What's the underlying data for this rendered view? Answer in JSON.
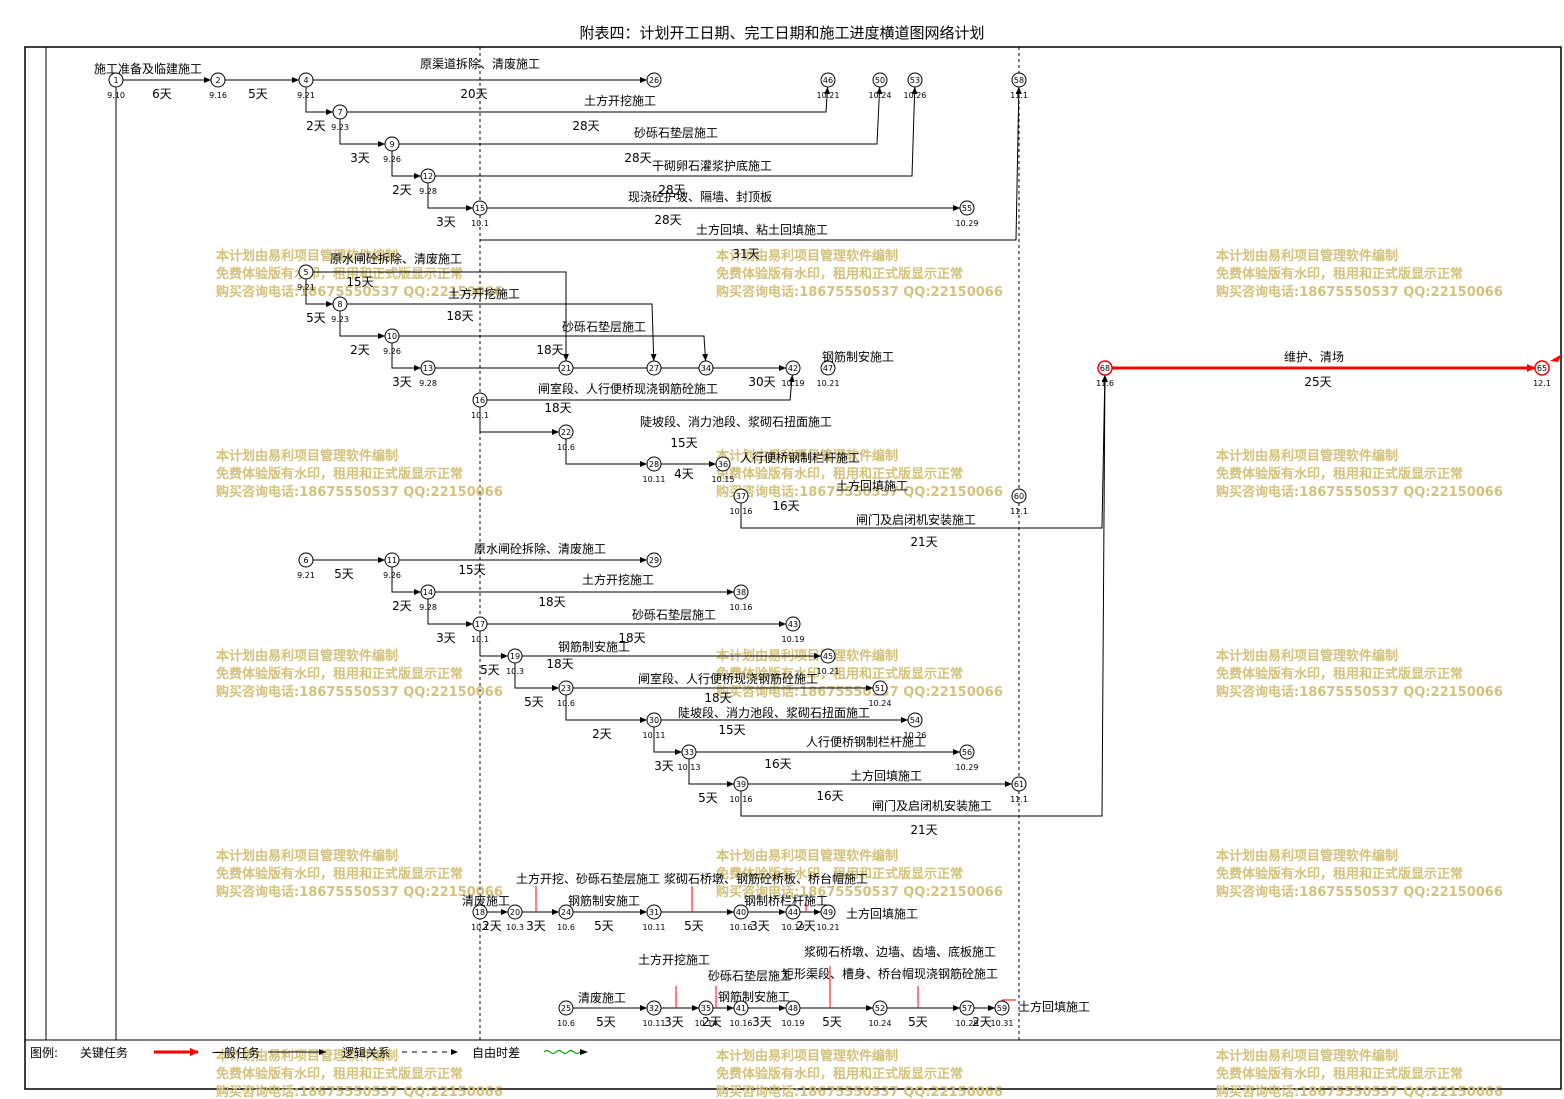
{
  "title": "附表四：计划开工日期、完工日期和施工进度横道图网络计划",
  "legend": {
    "label": "图例:",
    "critical": "关键任务",
    "general": "一般任务",
    "logic": "逻辑关系",
    "float": "自由时差"
  },
  "watermark": {
    "line1": "本计划由易利项目管理软件编制",
    "line2": "免费体验版有水印，租用和正式版显示正常",
    "line3": "购买咨询电话:18675550537 QQ:22150066"
  },
  "colors": {
    "critical": "#ff0000",
    "general": "#000000",
    "float": "#00aa00",
    "watermark": "#d4c27a"
  },
  "nodes": [
    {
      "id": "1",
      "date": "9.10"
    },
    {
      "id": "2",
      "date": "9.16"
    },
    {
      "id": "4",
      "date": "9.21"
    },
    {
      "id": "7",
      "date": "9.23"
    },
    {
      "id": "9",
      "date": "9.26"
    },
    {
      "id": "12",
      "date": "9.28"
    },
    {
      "id": "15",
      "date": "10.1"
    },
    {
      "id": "26",
      "date": ""
    },
    {
      "id": "46",
      "date": "10.21"
    },
    {
      "id": "50",
      "date": "10.24"
    },
    {
      "id": "53",
      "date": "10.26"
    },
    {
      "id": "58",
      "date": "11.1"
    },
    {
      "id": "55",
      "date": "10.29"
    },
    {
      "id": "5",
      "date": "9.21"
    },
    {
      "id": "8",
      "date": "9.23"
    },
    {
      "id": "10",
      "date": "9.26"
    },
    {
      "id": "13",
      "date": "9.28"
    },
    {
      "id": "16",
      "date": "10.1"
    },
    {
      "id": "21",
      "date": ""
    },
    {
      "id": "27",
      "date": ""
    },
    {
      "id": "34",
      "date": ""
    },
    {
      "id": "42",
      "date": "10.19"
    },
    {
      "id": "47",
      "date": "10.21"
    },
    {
      "id": "68",
      "date": "11.6"
    },
    {
      "id": "65",
      "date": "12.1"
    },
    {
      "id": "22",
      "date": "10.6"
    },
    {
      "id": "28",
      "date": "10.11"
    },
    {
      "id": "36",
      "date": "10.15"
    },
    {
      "id": "37",
      "date": "10.16"
    },
    {
      "id": "60",
      "date": "11.1"
    },
    {
      "id": "6",
      "date": "9.21"
    },
    {
      "id": "11",
      "date": "9.26"
    },
    {
      "id": "14",
      "date": "9.28"
    },
    {
      "id": "17",
      "date": "10.1"
    },
    {
      "id": "29",
      "date": ""
    },
    {
      "id": "38",
      "date": "10.16"
    },
    {
      "id": "43",
      "date": "10.19"
    },
    {
      "id": "19",
      "date": "10.3"
    },
    {
      "id": "45",
      "date": "10.21"
    },
    {
      "id": "23",
      "date": "10.6"
    },
    {
      "id": "51",
      "date": "10.24"
    },
    {
      "id": "30",
      "date": "10.11"
    },
    {
      "id": "54",
      "date": "10.26"
    },
    {
      "id": "33",
      "date": "10.13"
    },
    {
      "id": "56",
      "date": "10.29"
    },
    {
      "id": "39",
      "date": "10.16"
    },
    {
      "id": "61",
      "date": "11.1"
    },
    {
      "id": "18",
      "date": "10.1"
    },
    {
      "id": "20",
      "date": "10.3"
    },
    {
      "id": "24",
      "date": "10.6"
    },
    {
      "id": "31",
      "date": "10.11"
    },
    {
      "id": "40",
      "date": "10.16"
    },
    {
      "id": "44",
      "date": "10.19"
    },
    {
      "id": "49",
      "date": "10.21"
    },
    {
      "id": "25",
      "date": "10.6"
    },
    {
      "id": "32",
      "date": "10.11"
    },
    {
      "id": "35",
      "date": "10.14"
    },
    {
      "id": "41",
      "date": "10.16"
    },
    {
      "id": "48",
      "date": "10.19"
    },
    {
      "id": "52",
      "date": "10.24"
    },
    {
      "id": "57",
      "date": "10.29"
    },
    {
      "id": "59",
      "date": "10.31"
    }
  ],
  "tasks": [
    {
      "name": "施工准备及临建施工",
      "dur": "6天"
    },
    {
      "name": "",
      "dur": "5天"
    },
    {
      "name": "原渠道拆除、清废施工",
      "dur": "20天"
    },
    {
      "name": "土方开挖施工",
      "dur": "28天"
    },
    {
      "name": "砂砾石垫层施工",
      "dur": "28天"
    },
    {
      "name": "干砌卵石灌浆护底施工",
      "dur": "28天"
    },
    {
      "name": "现浇砼护坡、隔墙、封顶板",
      "dur": "28天"
    },
    {
      "name": "土方回填、粘土回填施工",
      "dur": "31天"
    },
    {
      "name": "",
      "dur": "2天"
    },
    {
      "name": "",
      "dur": "3天"
    },
    {
      "name": "",
      "dur": "2天"
    },
    {
      "name": "",
      "dur": "3天"
    },
    {
      "name": "原水闸砼拆除、清废施工",
      "dur": "15天"
    },
    {
      "name": "土方开挖施工",
      "dur": "18天"
    },
    {
      "name": "砂砾石垫层施工",
      "dur": "18天"
    },
    {
      "name": "钢筋制安施工",
      "dur": "30天"
    },
    {
      "name": "闸室段、人行便桥现浇钢筋砼施工",
      "dur": "18天"
    },
    {
      "name": "陡坡段、消力池段、浆砌石扭面施工",
      "dur": "15天"
    },
    {
      "name": "人行便桥钢制栏杆施工",
      "dur": "4天"
    },
    {
      "name": "土方回填施工",
      "dur": "16天"
    },
    {
      "name": "闸门及启闭机安装施工",
      "dur": "21天"
    },
    {
      "name": "维护、清场",
      "dur": "25天"
    },
    {
      "name": "原水闸砼拆除、清废施工",
      "dur": "15天"
    },
    {
      "name": "土方开挖施工",
      "dur": "18天"
    },
    {
      "name": "砂砾石垫层施工",
      "dur": "18天"
    },
    {
      "name": "钢筋制安施工",
      "dur": "18天"
    },
    {
      "name": "闸室段、人行便桥现浇钢筋砼施工",
      "dur": "18天"
    },
    {
      "name": "陡坡段、消力池段、浆砌石扭面施工",
      "dur": "15天"
    },
    {
      "name": "人行便桥钢制栏杆施工",
      "dur": "16天"
    },
    {
      "name": "土方回填施工",
      "dur": "16天"
    },
    {
      "name": "闸门及启闭机安装施工",
      "dur": "21天"
    },
    {
      "name": "清废施工",
      "dur": "2天"
    },
    {
      "name": "土方开挖、砂砾石垫层施工",
      "dur": "3天"
    },
    {
      "name": "钢筋制安施工",
      "dur": "5天"
    },
    {
      "name": "浆砌石桥墩、钢筋砼桥板、桥台帽施工",
      "dur": "5天"
    },
    {
      "name": "钢制桥栏杆施工",
      "dur": "3天"
    },
    {
      "name": "土方回填施工",
      "dur": "2天"
    },
    {
      "name": "清废施工",
      "dur": "5天"
    },
    {
      "name": "土方开挖施工",
      "dur": "3天"
    },
    {
      "name": "砂砾石垫层施工",
      "dur": "2天"
    },
    {
      "name": "钢筋制安施工",
      "dur": "3天"
    },
    {
      "name": "浆砌石桥墩、边墙、齿墙、底板施工",
      "dur": "5天"
    },
    {
      "name": "矩形渠段、槽身、桥台帽现浇钢筋砼施工",
      "dur": "5天"
    },
    {
      "name": "土方回填施工",
      "dur": "2天"
    },
    {
      "name": "",
      "dur": "5天"
    },
    {
      "name": "",
      "dur": "2天"
    },
    {
      "name": "",
      "dur": "3天"
    },
    {
      "name": "",
      "dur": "5天"
    },
    {
      "name": "",
      "dur": "5天"
    },
    {
      "name": "",
      "dur": "2天"
    },
    {
      "name": "",
      "dur": "3天"
    },
    {
      "name": "",
      "dur": "5天"
    },
    {
      "name": "",
      "dur": "5天"
    },
    {
      "name": "",
      "dur": "2天"
    },
    {
      "name": "",
      "dur": "3天"
    }
  ]
}
